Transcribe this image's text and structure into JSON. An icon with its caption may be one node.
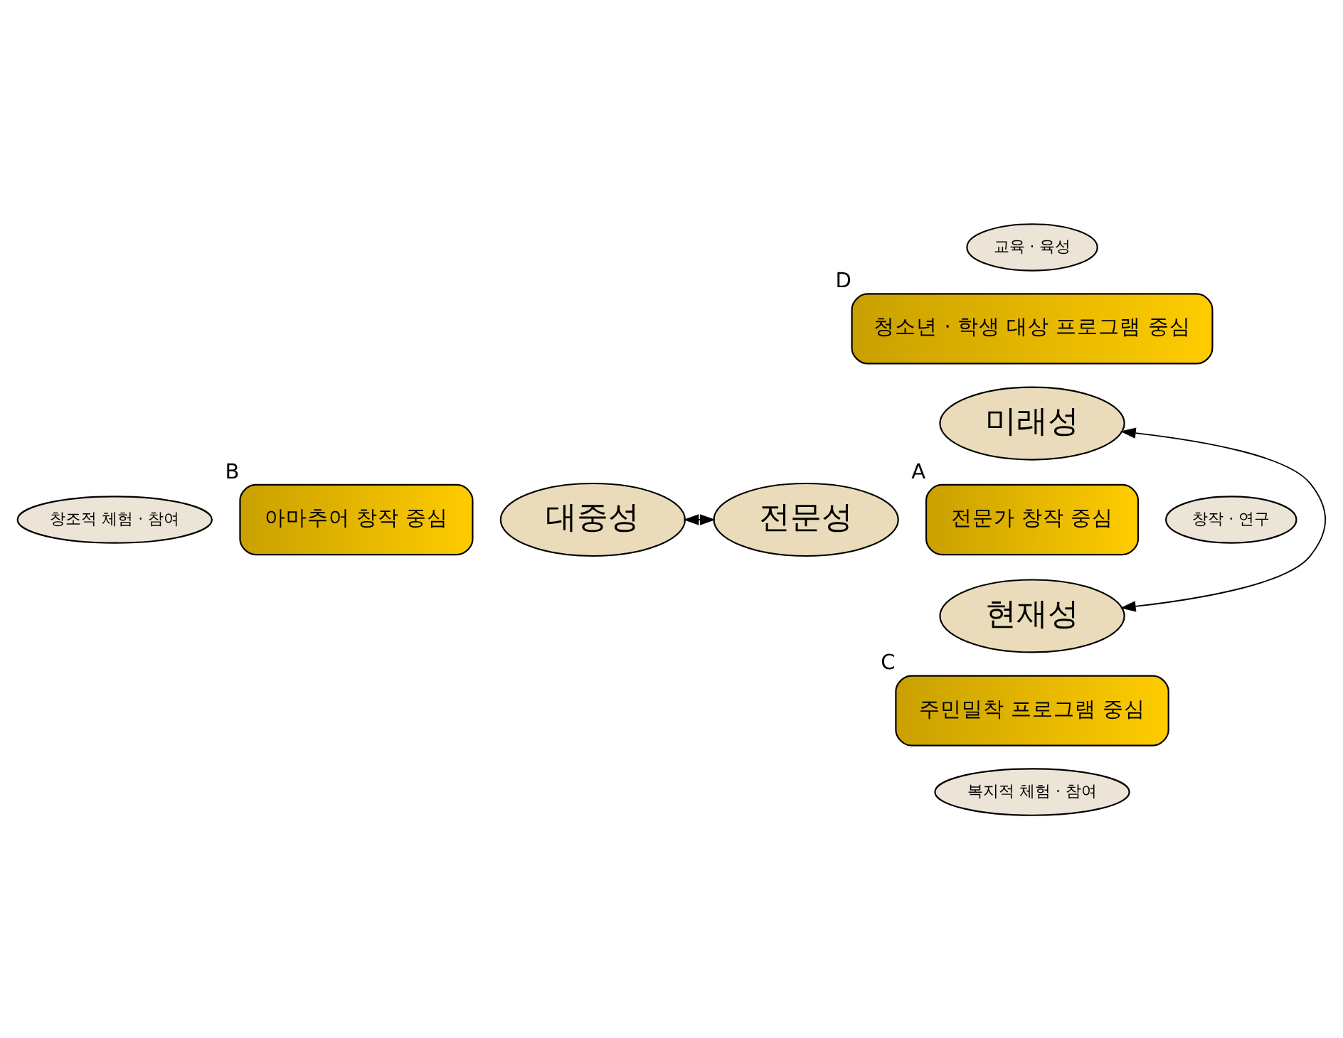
{
  "diagram": {
    "nodes": [
      {
        "text": [
          "청소년 · 학생 대상 프로그램 중심"
        ],
        "beside": [
          "D"
        ]
      },
      {
        "text": [
          "교육 · 육성"
        ]
      },
      {
        "text": [
          "미래성"
        ]
      },
      {
        "text": [
          "아마추어 창작 중심"
        ],
        "beside": [
          "B"
        ]
      },
      {
        "text": [
          "창조적 체험 · 참여"
        ]
      },
      {
        "text": [
          "대중성"
        ]
      },
      {
        "text": [
          "전문가 창작 중심"
        ],
        "beside": [
          "A"
        ]
      },
      {
        "text": [
          "창작 · 연구"
        ]
      },
      {
        "text": [
          "전문성"
        ]
      },
      {
        "text": [
          "주민밀착 프로그램 중심"
        ],
        "beside": [
          "C"
        ]
      },
      {
        "text": [
          "현재성"
        ]
      },
      {
        "text": [
          "복지적 체험 · 참여"
        ]
      }
    ],
    "edges": [
      {
        "from": 2,
        "to": 10,
        "arrow": "both"
      },
      {
        "from": 5,
        "to": 8,
        "arrow": "both"
      }
    ]
  }
}
